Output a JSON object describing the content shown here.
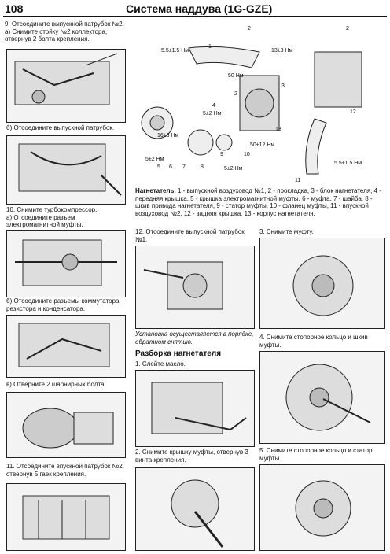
{
  "header": {
    "page_number": "108",
    "title": "Система наддува (1G-GZE)"
  },
  "left_column": {
    "step9_title": "9. Отсоедините выпускной патрубок №2.",
    "step9a": "а) Снимите стойку №2 коллектора, отвернув 2 болта крепления.",
    "step9b": "б) Отсоедините выпускной патрубок.",
    "step10_title": "10. Снимите турбокомпрессор.",
    "step10a": "а) Отсоедините разъем электромагнитной муфты.",
    "step10b": "б) Отсоедините разъемы коммутатора, резистора и конденсатора.",
    "step10c": "в) Отверните 2 шарнирных болта.",
    "step11": "11. Отсоедините впускной патрубок №2, отвернув 5 гаек крепления."
  },
  "diagram": {
    "labels": {
      "t1": "5.5±1.5 Нм",
      "t2": "13±3 Нм",
      "t3": "50 Нм",
      "t4": "5±2 Нм",
      "t5": "16±3 Нм",
      "t6": "5±2 Нм",
      "t7": "50±12 Нм",
      "t8": "5±2 Нм",
      "t9": "5.5±1.5 Нм"
    },
    "numbers": [
      "1",
      "2",
      "2",
      "2",
      "3",
      "4",
      "5",
      "6",
      "7",
      "8",
      "9",
      "10",
      "11",
      "12",
      "13"
    ],
    "caption_bold": "Нагнетатель.",
    "caption": "1 - выпускной воздуховод №1, 2 - прокладка, 3 - блок нагнетателя, 4 - передняя крышка, 5 - крышка электромагнитной муфты, 6 - муфта, 7 - шайба, 8 - шкив привода нагнетателя, 9 - статор муфты, 10 - фланец муфты, 11 - впускной воздуховод №2, 12 - задняя крышка, 13 - корпус нагнетателя."
  },
  "mid_column": {
    "step12": "12. Отсоедините выпускной патрубок №1.",
    "install_note": "Установка осуществляется в порядке, обратном снятию.",
    "section_title": "Разборка нагнетателя",
    "step1": "1. Слейте масло.",
    "step2": "2. Снимите крышку муфты, отвернув 3 винта крепления."
  },
  "right_column": {
    "step3": "3. Снимите муфту.",
    "step4": "4. Снимите стопорное кольцо и шкив муфты.",
    "step5": "5. Снимите стопорное кольцо и статор муфты."
  }
}
